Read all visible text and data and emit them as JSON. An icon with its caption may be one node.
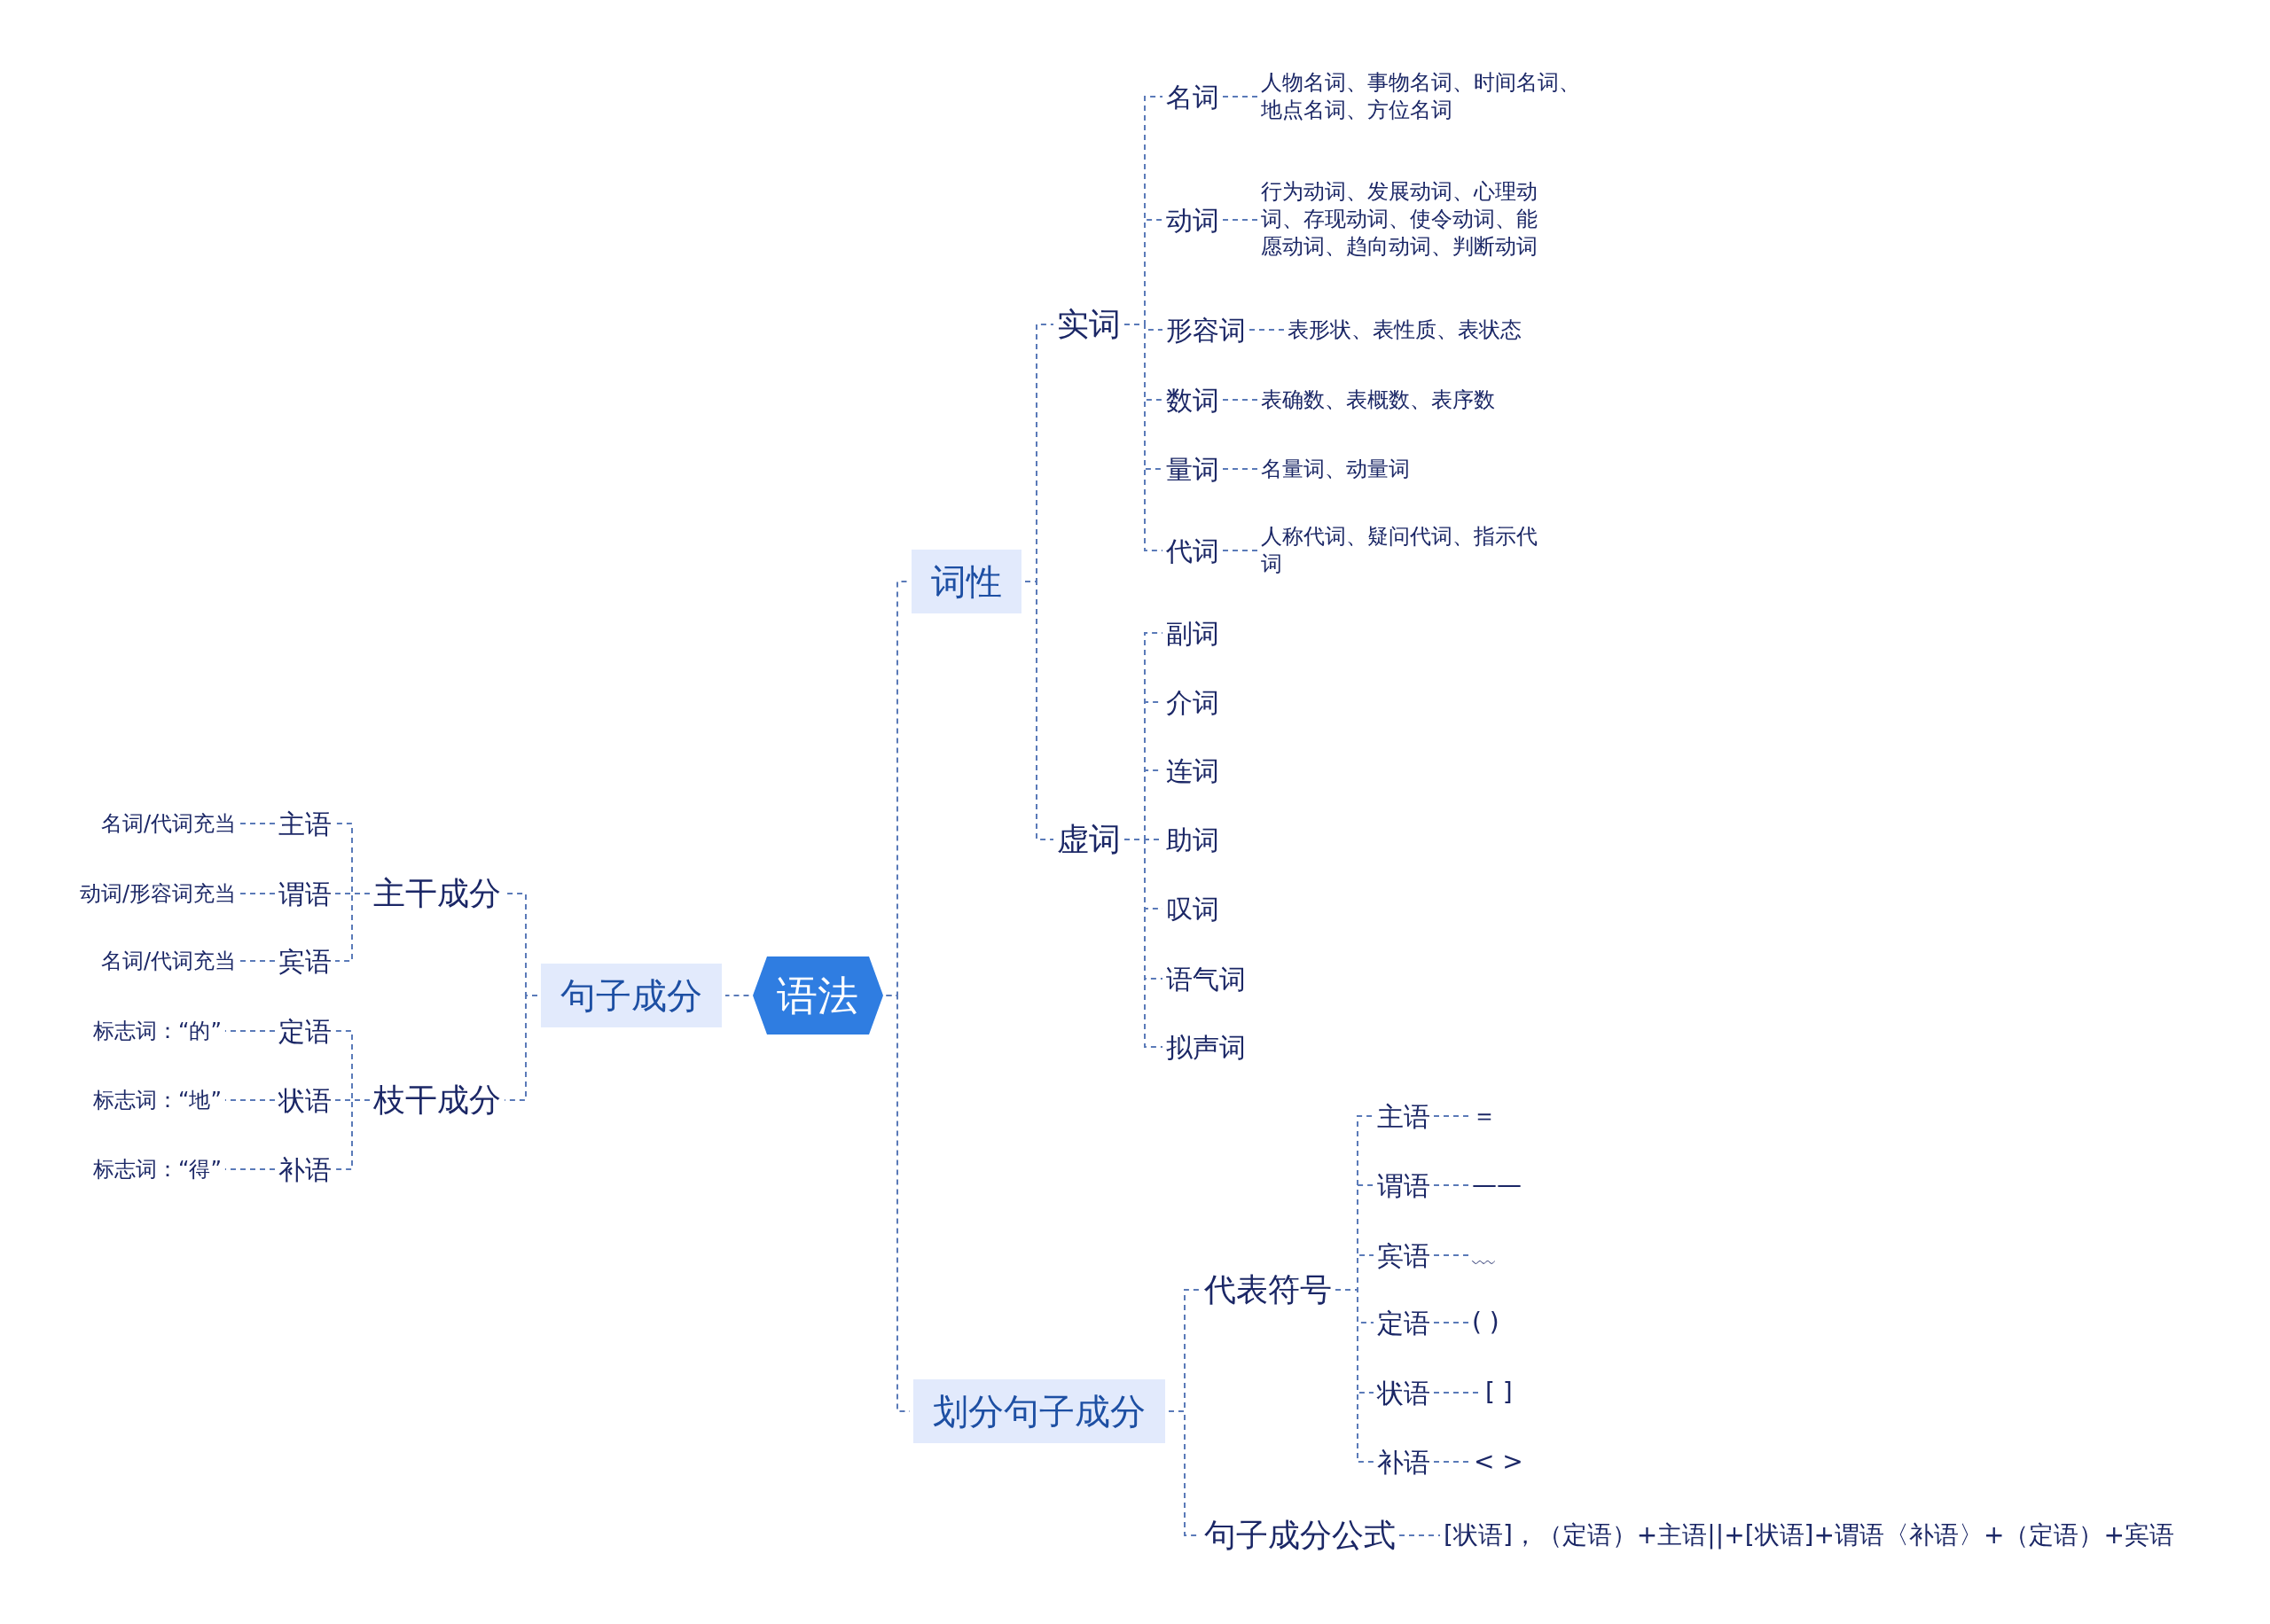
{
  "diagram": {
    "nodes": [
      {
        "text": [
          "语法"
        ]
      },
      {
        "text": [
          "词性"
        ]
      },
      {
        "text": [
          "实词"
        ]
      },
      {
        "text": [
          "名词"
        ]
      },
      {
        "text": [
          "人物名词、事物名词、时间名词、地点名词、方位名词"
        ]
      },
      {
        "text": [
          "动词"
        ]
      },
      {
        "text": [
          "行为动词、发展动词、心理动词、存现动词、使令动词、能愿动词、趋向动词、判断动词"
        ]
      },
      {
        "text": [
          "形容词"
        ]
      },
      {
        "text": [
          "表形状、表性质、表状态"
        ]
      },
      {
        "text": [
          "数词"
        ]
      },
      {
        "text": [
          "表确数、表概数、表序数"
        ]
      },
      {
        "text": [
          "量词"
        ]
      },
      {
        "text": [
          "名量词、动量词"
        ]
      },
      {
        "text": [
          "代词"
        ]
      },
      {
        "text": [
          "人称代词、疑问代词、指示代词"
        ]
      },
      {
        "text": [
          "虚词"
        ]
      },
      {
        "text": [
          "副词"
        ]
      },
      {
        "text": [
          "介词"
        ]
      },
      {
        "text": [
          "连词"
        ]
      },
      {
        "text": [
          "助词"
        ]
      },
      {
        "text": [
          "叹词"
        ]
      },
      {
        "text": [
          "语气词"
        ]
      },
      {
        "text": [
          "拟声词"
        ]
      },
      {
        "text": [
          "划分句子成分"
        ]
      },
      {
        "text": [
          "代表符号"
        ]
      },
      {
        "text": [
          "主语"
        ]
      },
      {
        "text": [
          "＝"
        ]
      },
      {
        "text": [
          "谓语"
        ]
      },
      {
        "text": [
          "——"
        ]
      },
      {
        "text": [
          "宾语"
        ]
      },
      {
        "text": [
          "﹏"
        ]
      },
      {
        "text": [
          "定语"
        ]
      },
      {
        "text": [
          "( )"
        ]
      },
      {
        "text": [
          "状语"
        ]
      },
      {
        "text": [
          "[ ]"
        ]
      },
      {
        "text": [
          "补语"
        ]
      },
      {
        "text": [
          "< >"
        ]
      },
      {
        "text": [
          "句子成分公式"
        ]
      },
      {
        "text": [
          "[状语]，（定语）+主语||+[状语]+谓语〈补语〉+（定语）+宾语"
        ]
      },
      {
        "text": [
          "句子成分"
        ]
      },
      {
        "text": [
          "主干成分"
        ]
      },
      {
        "text": [
          "主语"
        ]
      },
      {
        "text": [
          "名词/代词充当"
        ]
      },
      {
        "text": [
          "谓语"
        ]
      },
      {
        "text": [
          "动词/形容词充当"
        ]
      },
      {
        "text": [
          "宾语"
        ]
      },
      {
        "text": [
          "名词/代词充当"
        ]
      },
      {
        "text": [
          "枝干成分"
        ]
      },
      {
        "text": [
          "定语"
        ]
      },
      {
        "text": [
          "标志词：“的”"
        ]
      },
      {
        "text": [
          "状语"
        ]
      },
      {
        "text": [
          "标志词：“地”"
        ]
      },
      {
        "text": [
          "补语"
        ]
      },
      {
        "text": [
          "标志词：“得”"
        ]
      }
    ],
    "edges": [
      {
        "from": 0,
        "to": 1,
        "arrow": "none"
      },
      {
        "from": 0,
        "to": 23,
        "arrow": "none"
      },
      {
        "from": 0,
        "to": 39,
        "arrow": "none"
      },
      {
        "from": 1,
        "to": 2,
        "arrow": "none"
      },
      {
        "from": 1,
        "to": 15,
        "arrow": "none"
      },
      {
        "from": 2,
        "to": 3,
        "arrow": "none"
      },
      {
        "from": 3,
        "to": 4,
        "arrow": "none"
      },
      {
        "from": 2,
        "to": 5,
        "arrow": "none"
      },
      {
        "from": 5,
        "to": 6,
        "arrow": "none"
      },
      {
        "from": 2,
        "to": 7,
        "arrow": "none"
      },
      {
        "from": 7,
        "to": 8,
        "arrow": "none"
      },
      {
        "from": 2,
        "to": 9,
        "arrow": "none"
      },
      {
        "from": 9,
        "to": 10,
        "arrow": "none"
      },
      {
        "from": 2,
        "to": 11,
        "arrow": "none"
      },
      {
        "from": 11,
        "to": 12,
        "arrow": "none"
      },
      {
        "from": 2,
        "to": 13,
        "arrow": "none"
      },
      {
        "from": 13,
        "to": 14,
        "arrow": "none"
      },
      {
        "from": 15,
        "to": 16,
        "arrow": "none"
      },
      {
        "from": 15,
        "to": 17,
        "arrow": "none"
      },
      {
        "from": 15,
        "to": 18,
        "arrow": "none"
      },
      {
        "from": 15,
        "to": 19,
        "arrow": "none"
      },
      {
        "from": 15,
        "to": 20,
        "arrow": "none"
      },
      {
        "from": 15,
        "to": 21,
        "arrow": "none"
      },
      {
        "from": 15,
        "to": 22,
        "arrow": "none"
      },
      {
        "from": 23,
        "to": 24,
        "arrow": "none"
      },
      {
        "from": 23,
        "to": 37,
        "arrow": "none"
      },
      {
        "from": 24,
        "to": 25,
        "arrow": "none"
      },
      {
        "from": 25,
        "to": 26,
        "arrow": "none"
      },
      {
        "from": 24,
        "to": 27,
        "arrow": "none"
      },
      {
        "from": 27,
        "to": 28,
        "arrow": "none"
      },
      {
        "from": 24,
        "to": 29,
        "arrow": "none"
      },
      {
        "from": 29,
        "to": 30,
        "arrow": "none"
      },
      {
        "from": 24,
        "to": 31,
        "arrow": "none"
      },
      {
        "from": 31,
        "to": 32,
        "arrow": "none"
      },
      {
        "from": 24,
        "to": 33,
        "arrow": "none"
      },
      {
        "from": 33,
        "to": 34,
        "arrow": "none"
      },
      {
        "from": 24,
        "to": 35,
        "arrow": "none"
      },
      {
        "from": 35,
        "to": 36,
        "arrow": "none"
      },
      {
        "from": 37,
        "to": 38,
        "arrow": "none"
      },
      {
        "from": 39,
        "to": 40,
        "arrow": "none"
      },
      {
        "from": 39,
        "to": 47,
        "arrow": "none"
      },
      {
        "from": 40,
        "to": 41,
        "arrow": "none"
      },
      {
        "from": 41,
        "to": 42,
        "arrow": "none"
      },
      {
        "from": 40,
        "to": 43,
        "arrow": "none"
      },
      {
        "from": 43,
        "to": 44,
        "arrow": "none"
      },
      {
        "from": 40,
        "to": 45,
        "arrow": "none"
      },
      {
        "from": 45,
        "to": 46,
        "arrow": "none"
      },
      {
        "from": 47,
        "to": 48,
        "arrow": "none"
      },
      {
        "from": 48,
        "to": 49,
        "arrow": "none"
      },
      {
        "from": 47,
        "to": 50,
        "arrow": "none"
      },
      {
        "from": 50,
        "to": 51,
        "arrow": "none"
      },
      {
        "from": 47,
        "to": 52,
        "arrow": "none"
      },
      {
        "from": 52,
        "to": 53,
        "arrow": "none"
      }
    ]
  }
}
